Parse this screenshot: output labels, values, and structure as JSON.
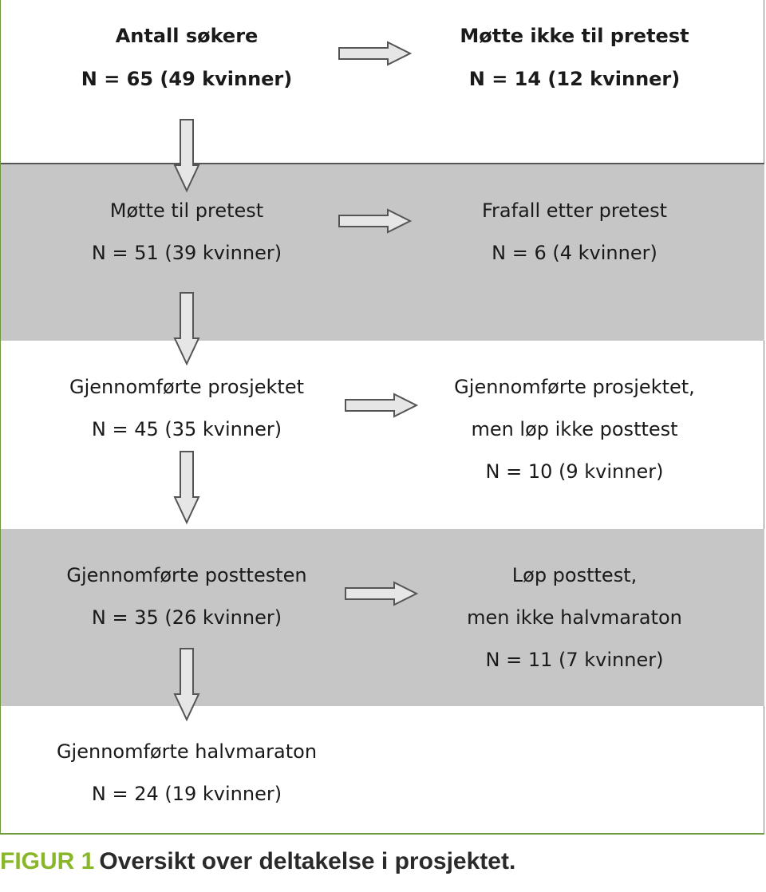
{
  "rows": [
    {
      "left": {
        "line1": "Antall søkere",
        "line2": "N = 65 (49 kvinner)"
      },
      "right": {
        "line1": "Møtte ikke til pretest",
        "line2": "N = 14 (12 kvinner)"
      }
    },
    {
      "left": {
        "line1": "Møtte til pretest",
        "line2": "N = 51 (39 kvinner)"
      },
      "right": {
        "line1": "Frafall etter pretest",
        "line2": "N = 6 (4 kvinner)"
      }
    },
    {
      "left": {
        "line1": "Gjennomførte prosjektet",
        "line2": "N = 45 (35 kvinner)"
      },
      "right": {
        "line1": "Gjennomførte prosjektet,",
        "line2": "men løp ikke posttest",
        "line3": "N = 10 (9 kvinner)"
      }
    },
    {
      "left": {
        "line1": "Gjennomførte posttesten",
        "line2": "N = 35 (26 kvinner)"
      },
      "right": {
        "line1": "Løp posttest,",
        "line2": "men ikke halvmaraton",
        "line3": "N = 11 (7 kvinner)"
      }
    },
    {
      "left": {
        "line1": "Gjennomførte halvmaraton",
        "line2": "N = 24 (19 kvinner)"
      }
    }
  ],
  "caption": {
    "label": "FIGUR 1",
    "text": "Oversikt over deltakelse i prosjektet."
  },
  "colors": {
    "band": "#c6c6c6",
    "frame": "#6a9a3a",
    "caption_label": "#8ab62a",
    "arrow_fill": "#e6e6e6",
    "arrow_stroke": "#555555"
  },
  "icons": [
    "right-arrow-icon",
    "down-arrow-icon"
  ]
}
